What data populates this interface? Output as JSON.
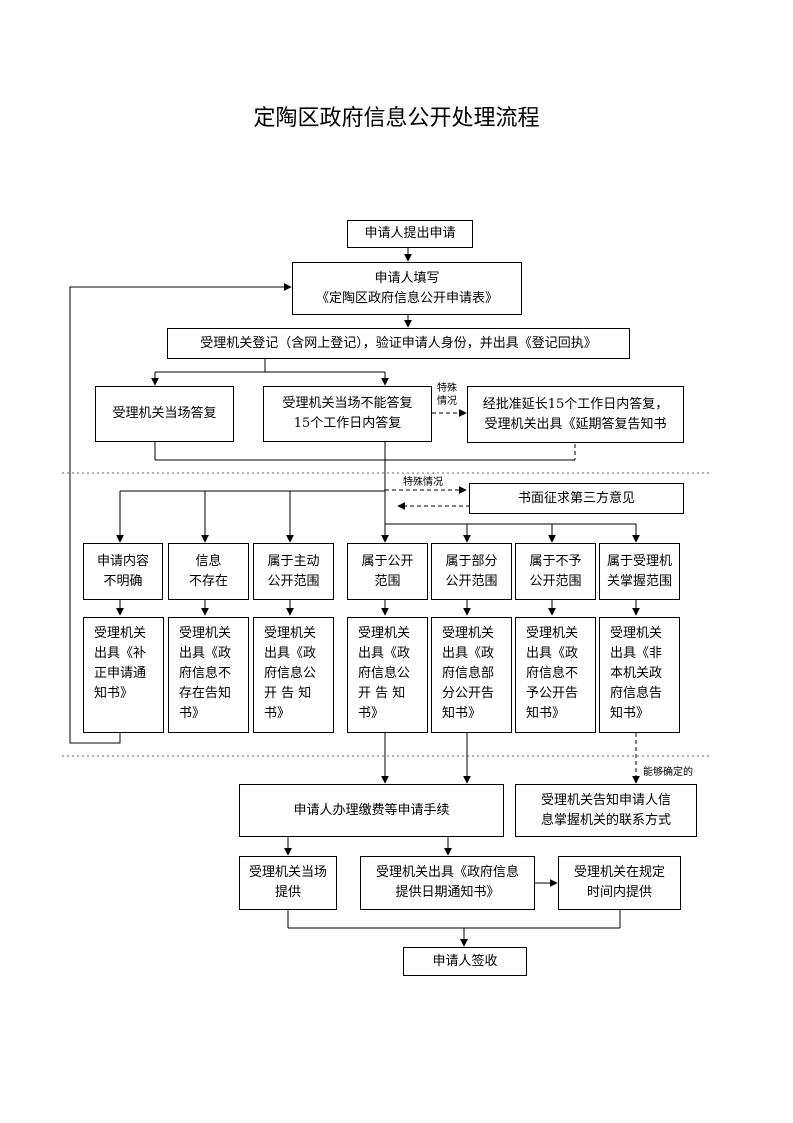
{
  "title": "定陶区政府信息公开处理流程",
  "nodes": {
    "apply": "申请人提出申请",
    "fill": "申请人填写\n《定陶区政府信息公开申请表》",
    "register": "受理机关登记（含网上登记），验证申请人身份，并出具《登记回执》",
    "immediate": "受理机关当场答复",
    "within15": "受理机关当场不能答复\n15个工作日内答复",
    "extend": "经批准延长15个工作日内答复，\n受理机关出具《延期答复告知书",
    "third_party": "书面征求第三方意见",
    "unclear": "申请内容\n不明确",
    "not_exist": "信息\n不存在",
    "proactive": "属于主动\n公开范围",
    "public": "属于公开\n范围",
    "partial": "属于部分\n公开范围",
    "not_public": "属于不予\n公开范围",
    "not_this": "属于受理机\n关掌握范围",
    "n_correct": "受理机关\n出具《补\n正申请通\n知书》",
    "n_not_exist": "受理机关\n出具《政\n府信息不\n存在告知\n书》",
    "n_proactive": "受理机关\n出具《政\n府信息公\n开 告 知\n书》",
    "n_public": "受理机关\n出具《政\n府信息公\n开 告 知\n书》",
    "n_partial": "受理机关\n出具《政\n府信息部\n分公开告\n知书》",
    "n_not_public": "受理机关\n出具《政\n府信息不\n予公开告\n知书》",
    "n_not_this": "受理机关\n出具《非\n本机关政\n府信息告\n知书》",
    "fees": "申请人办理缴费等申请手续",
    "inform_contact": "受理机关告知申请人信\n息掌握机关的联系方式",
    "provide_now": "受理机关当场\n提供",
    "date_notice": "受理机关出具《政府信息\n提供日期通知书》",
    "provide_later": "受理机关在规定\n时间内提供",
    "sign": "申请人签收"
  },
  "notes": {
    "special1": "特殊\n情况",
    "special2": "特殊情况",
    "can_determine": "能够确定的"
  }
}
